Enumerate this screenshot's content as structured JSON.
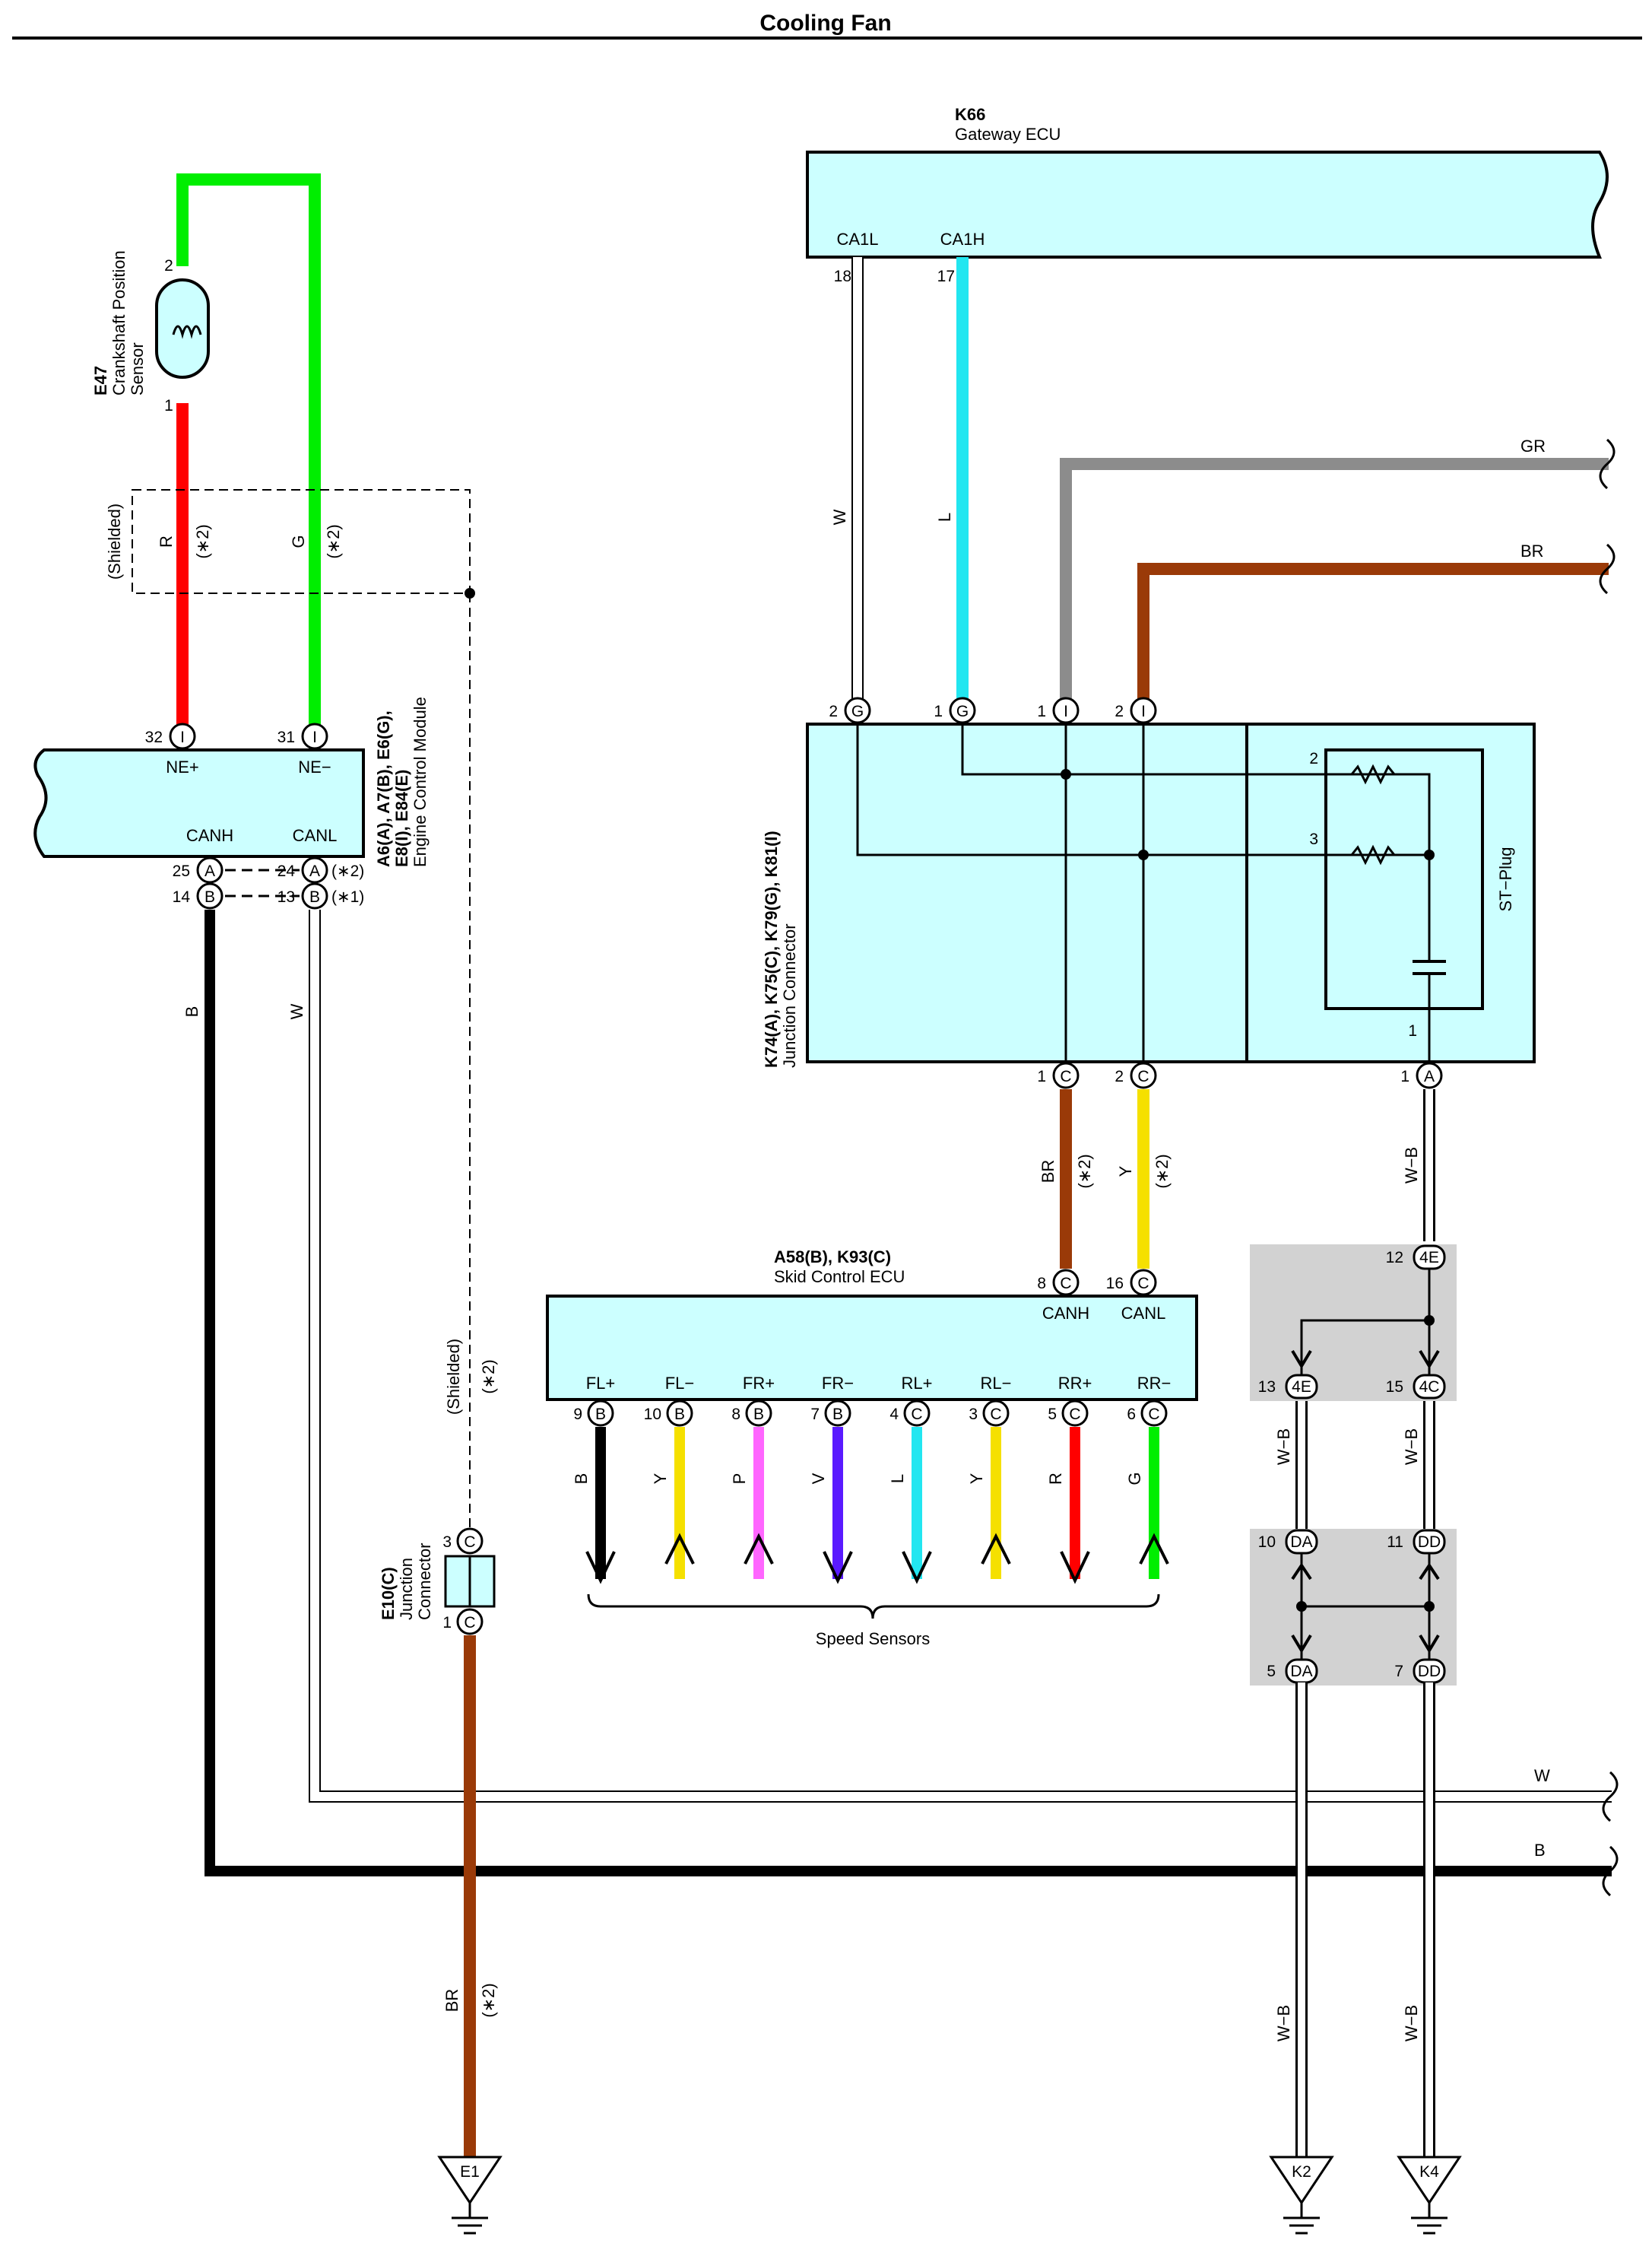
{
  "title": "Cooling Fan",
  "components": {
    "gateway": {
      "code": "K66",
      "name": "Gateway ECU",
      "pin_ca1l": "CA1L",
      "pin_ca1h": "CA1H",
      "num_18": "18",
      "num_17": "17"
    },
    "sensor": {
      "code": "E47",
      "name_line1": "Crankshaft Position",
      "name_line2": "Sensor",
      "pin2": "2",
      "pin1": "1"
    },
    "ecm": {
      "code_line1": "A6(A), A7(B), E6(G),",
      "code_line2": "E8(I), E84(E)",
      "name": "Engine Control Module",
      "ne_plus": "NE+",
      "ne_minus": "NE−",
      "canh": "CANH",
      "canl": "CANL",
      "p32": "32",
      "p31": "31",
      "p25": "25",
      "p24": "24",
      "p14": "14",
      "p13": "13",
      "c_i": "I",
      "c_a": "A",
      "c_b": "B",
      "note24": "(∗2)",
      "note13": "(∗1)"
    },
    "junction": {
      "code_line1": "K74(A), K75(C), K79(G), K81(I)",
      "name": "Junction Connector",
      "stplug": "ST−Plug",
      "p2": "2",
      "p1": "1",
      "p3": "3",
      "c_g": "G",
      "c_i": "I",
      "c_c": "C",
      "c_a": "A"
    },
    "skid": {
      "code": "A58(B), K93(C)",
      "name": "Skid Control ECU",
      "canh": "CANH",
      "canl": "CANL",
      "p8": "8",
      "p16": "16",
      "c_c": "C",
      "pins": [
        {
          "label": "FL+",
          "num": "9",
          "conn": "B",
          "wire": "B"
        },
        {
          "label": "FL−",
          "num": "10",
          "conn": "B",
          "wire": "Y"
        },
        {
          "label": "FR+",
          "num": "8",
          "conn": "B",
          "wire": "P"
        },
        {
          "label": "FR−",
          "num": "7",
          "conn": "B",
          "wire": "V"
        },
        {
          "label": "RL+",
          "num": "4",
          "conn": "C",
          "wire": "L"
        },
        {
          "label": "RL−",
          "num": "3",
          "conn": "C",
          "wire": "Y"
        },
        {
          "label": "RR+",
          "num": "5",
          "conn": "C",
          "wire": "R"
        },
        {
          "label": "RR−",
          "num": "6",
          "conn": "C",
          "wire": "G"
        }
      ],
      "speed_sensors": "Speed Sensors"
    },
    "e10": {
      "code": "E10(C)",
      "name_line1": "Junction",
      "name_line2": "Connector",
      "p3": "3",
      "p1": "1",
      "c_c": "C"
    },
    "joints": {
      "j4e_12": "4E",
      "j4e_13": "4E",
      "j4c_15": "4C",
      "jda_10": "DA",
      "jdd_11": "DD",
      "jda_5": "DA",
      "jdd_7": "DD",
      "n12": "12",
      "n13": "13",
      "n15": "15",
      "n10": "10",
      "n11": "11",
      "n5": "5",
      "n7": "7"
    },
    "grounds": {
      "e1": "E1",
      "k2": "K2",
      "k4": "K4"
    }
  },
  "wires": {
    "r": "R",
    "g": "G",
    "w": "W",
    "l": "L",
    "gr": "GR",
    "br": "BR",
    "b": "B",
    "y": "Y",
    "wb": "W−B",
    "note2": "(∗2)",
    "shielded": "(Shielded)"
  },
  "colors": {
    "R": "#ff0000",
    "G": "#00ee00",
    "L": "#22e6f0",
    "GR": "#8c8c8c",
    "BR": "#9a3a08",
    "Y": "#f5e000",
    "B": "#000000",
    "P": "#ff66ff",
    "V": "#5a1aff",
    "W": "#ffffff",
    "component_fill": "#ccffff",
    "joint_fill": "#d2d2d2"
  }
}
